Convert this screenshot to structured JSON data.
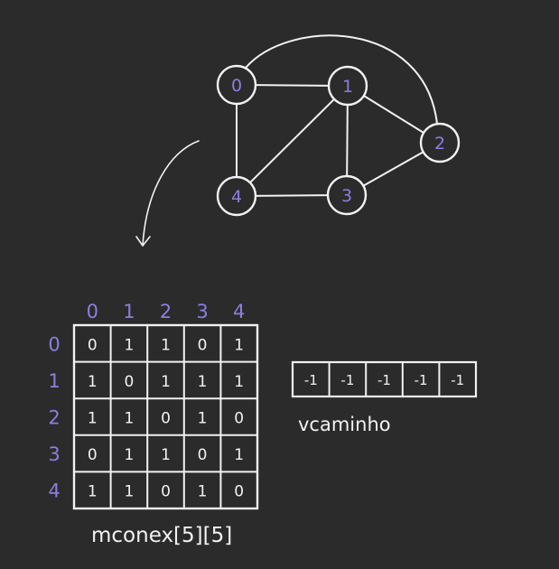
{
  "colors": {
    "background": "#2b2b2b",
    "ink": "#f2f2f2",
    "index_ink": "#8a7fe0"
  },
  "graph": {
    "nodes": [
      {
        "id": "0",
        "label": "0"
      },
      {
        "id": "1",
        "label": "1"
      },
      {
        "id": "2",
        "label": "2"
      },
      {
        "id": "3",
        "label": "3"
      },
      {
        "id": "4",
        "label": "4"
      }
    ],
    "edges": [
      {
        "from": "0",
        "to": "1"
      },
      {
        "from": "0",
        "to": "2"
      },
      {
        "from": "0",
        "to": "4"
      },
      {
        "from": "1",
        "to": "2"
      },
      {
        "from": "1",
        "to": "3"
      },
      {
        "from": "1",
        "to": "4"
      },
      {
        "from": "2",
        "to": "3"
      },
      {
        "from": "3",
        "to": "4"
      }
    ]
  },
  "matrix": {
    "col_headers": [
      "0",
      "1",
      "2",
      "3",
      "4"
    ],
    "row_headers": [
      "0",
      "1",
      "2",
      "3",
      "4"
    ],
    "cells": [
      [
        "0",
        "1",
        "1",
        "0",
        "1"
      ],
      [
        "1",
        "0",
        "1",
        "1",
        "1"
      ],
      [
        "1",
        "1",
        "0",
        "1",
        "0"
      ],
      [
        "0",
        "1",
        "1",
        "0",
        "1"
      ],
      [
        "1",
        "1",
        "0",
        "1",
        "0"
      ]
    ],
    "caption": "mconex[5][5]"
  },
  "vector": {
    "cells": [
      "-1",
      "-1",
      "-1",
      "-1",
      "-1"
    ],
    "caption": "vcaminho"
  }
}
